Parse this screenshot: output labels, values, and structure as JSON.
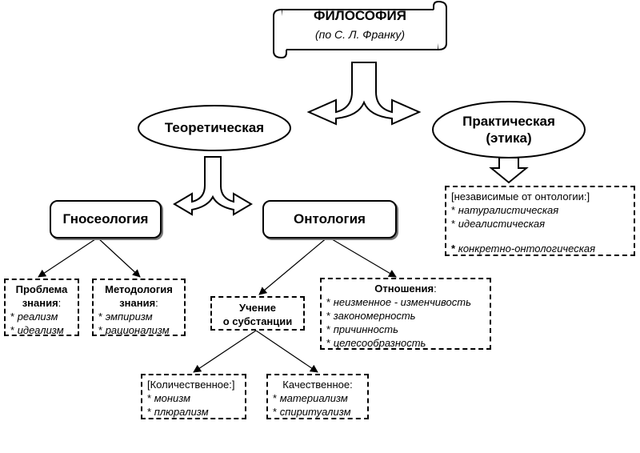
{
  "scroll": {
    "title": "ФИЛОСОФИЯ",
    "subtitle": "(по С. Л. Франку)"
  },
  "ovals": {
    "theoretical": "Теоретическая",
    "practical_line1": "Практическая",
    "practical_line2": "(этика)"
  },
  "boxes": {
    "gnoseology": "Гносеология",
    "ontology": "Онтология"
  },
  "knowledge_problem": {
    "heading_line1": "Проблема",
    "heading_line2": "знания",
    "heading_colon": ":",
    "items": [
      "реализм",
      "идеализм"
    ]
  },
  "methodology": {
    "heading_line1": "Методология",
    "heading_line2": "знания",
    "heading_colon": ":",
    "items": [
      "эмпиризм",
      "рационализм"
    ]
  },
  "substance": {
    "line1": "Учение",
    "line2": "о субстанции"
  },
  "relations": {
    "heading": "Отношения",
    "heading_colon": ":",
    "items": [
      "неизменное - изменчивость",
      "закономерность",
      "причинность",
      "целесообразность"
    ]
  },
  "quantitative": {
    "heading": "[Количественное:]",
    "items": [
      "монизм",
      "плюрализм"
    ]
  },
  "qualitative": {
    "heading": "Качественное:",
    "items": [
      "материализм",
      "спиритуализм"
    ]
  },
  "ethics": {
    "heading": "[независимые от онтологии:]",
    "items": [
      "натуралистическая",
      "идеалистическая"
    ],
    "bold_item": "конкретно-онтологическая"
  },
  "bullet": "*"
}
